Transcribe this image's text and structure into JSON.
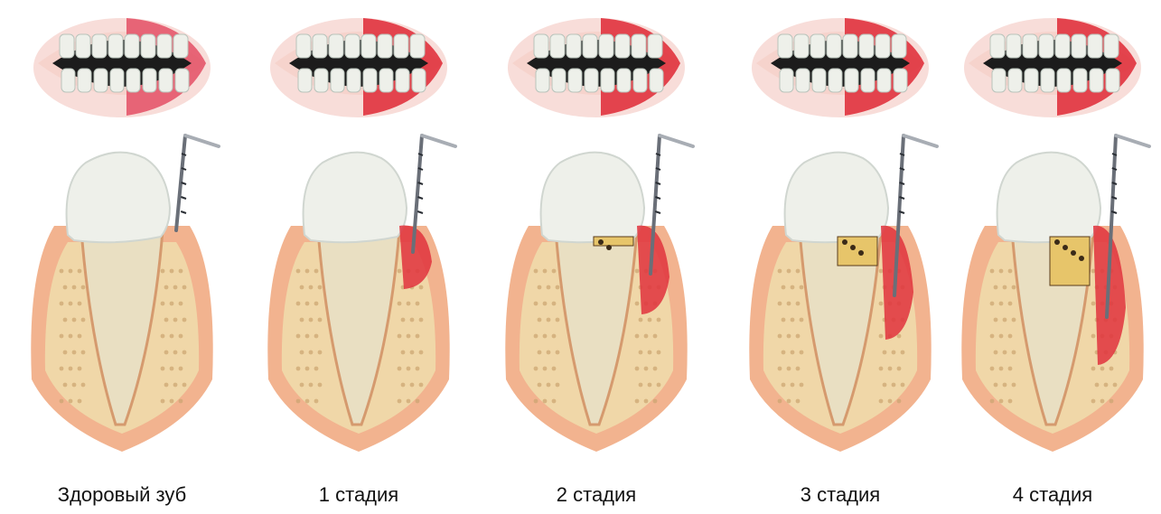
{
  "stages": [
    {
      "label": "Здоровый зуб",
      "severity": 0
    },
    {
      "label": "1 стадия",
      "severity": 1
    },
    {
      "label": "2 стадия",
      "severity": 2
    },
    {
      "label": "3 стадия",
      "severity": 3
    },
    {
      "label": "4 стадия",
      "severity": 4
    }
  ],
  "colors": {
    "gum_healthy": "#f2b38f",
    "gum_inflamed": "#e0323d",
    "bone": "#f0d7a8",
    "tooth": "#eef0ea",
    "root": "#e9dfc2",
    "tartar": "#e7c56a",
    "probe": "#6a6f78",
    "lip": "#f3c1b9"
  }
}
